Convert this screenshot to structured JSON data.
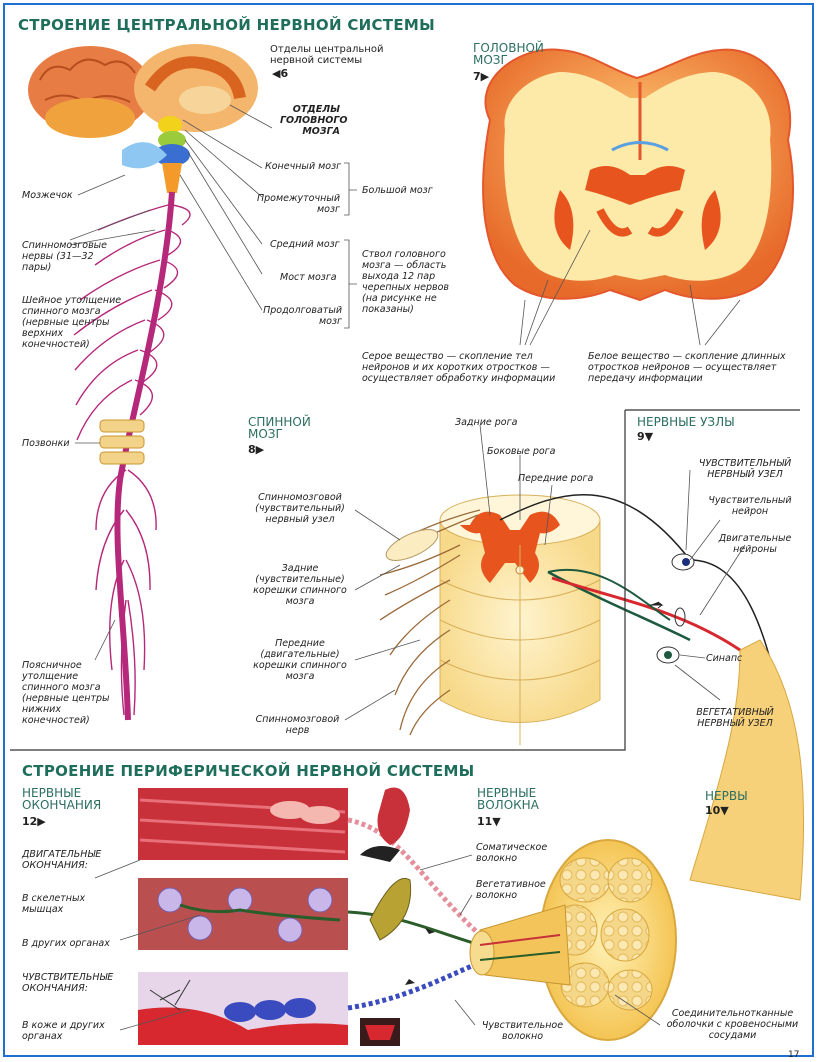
{
  "titles": {
    "cns": "СТРОЕНИЕ ЦЕНТРАЛЬНОЙ НЕРВНОЙ СИСТЕМЫ",
    "pns": "СТРОЕНИЕ ПЕРИФЕРИЧЕСКОЙ НЕРВНОЙ СИСТЕМЫ"
  },
  "cns_sections": {
    "label": "Отделы центральной нервной системы",
    "ref": "◀6",
    "brain_parts_heading": "ОТДЕЛЫ ГОЛОВНОГО МОЗГА"
  },
  "brain_parts": {
    "telencephalon": "Конечный мозг",
    "diencephalon": "Промежуточный мозг",
    "midbrain": "Средний мозг",
    "pons": "Мост мозга",
    "medulla": "Продолговатый мозг",
    "cerebellum": "Мозжечок",
    "big_brain": "Большой мозг",
    "brainstem": "Ствол головного мозга — область выхода 12 пар черепных нервов (на рисунке не показаны)"
  },
  "spine_labels": {
    "spinal_nerves": "Спинномозговые нервы (31—32 пары)",
    "cervical": "Шейное утолщение спинного мозга (нервные центры верхних конечностей)",
    "vertebrae": "Позвонки",
    "lumbar": "Поясничное утолщение спинного мозга (нервные центры нижних конечностей)"
  },
  "brain_section": {
    "title": "ГОЛОВНОЙ МОЗГ",
    "ref": "7▶",
    "grey": "Серое вещество — скопление тел нейронов и их коротких отростков — осуществляет обработку информации",
    "white": "Белое вещество — скопление длинных отростков нейронов — осуществляет передачу информации"
  },
  "spinal_cord": {
    "title": "СПИННОЙ МОЗГ",
    "ref": "8▶",
    "posterior_horns": "Задние рога",
    "lateral_horns": "Боковые рога",
    "anterior_horns": "Передние рога",
    "ganglion": "Спинномозговой (чувствительный) нервный узел",
    "posterior_roots": "Задние (чувствительные) корешки спинного мозга",
    "anterior_roots": "Передние (двигательные) корешки спинного мозга",
    "spinal_nerve": "Спинномозговой нерв"
  },
  "ganglia": {
    "title": "НЕРВНЫЕ УЗЛЫ",
    "ref": "9▼",
    "sensory_ganglion": "ЧУВСТВИТЕЛЬНЫЙ НЕРВНЫЙ УЗЕЛ",
    "sensory_neuron": "Чувствительный нейрон",
    "motor_neurons": "Двигательные нейроны",
    "synapse": "Синапс",
    "autonomic_ganglion": "ВЕГЕТАТИВНЫЙ НЕРВНЫЙ УЗЕЛ"
  },
  "pns": {
    "endings_title": "НЕРВНЫЕ ОКОНЧАНИЯ",
    "endings_ref": "12▶",
    "motor_endings": "ДВИГАТЕЛЬНЫЕ ОКОНЧАНИЯ:",
    "skeletal": "В скелетных мышцах",
    "other_organs": "В других органах",
    "sensory_endings": "ЧУВСТВИТЕЛЬНЫЕ ОКОНЧАНИЯ:",
    "skin": "В коже и других органах",
    "fibers_title": "НЕРВНЫЕ ВОЛОКНА",
    "fibers_ref": "11▼",
    "somatic": "Соматическое волокно",
    "vegetative": "Вегетативное волокно",
    "sensitive": "Чувствительное волокно",
    "nerves_title": "НЕРВЫ",
    "nerves_ref": "10▼",
    "connective": "Соединительнотканные оболочки с кровеносными сосудами"
  },
  "page_number": "17",
  "colors": {
    "frame": "#1f6fd1",
    "heading": "#1f6e5c",
    "grey_matter": "#e8541e",
    "white_matter": "#fde9a8",
    "nerve": "#b5287a"
  }
}
